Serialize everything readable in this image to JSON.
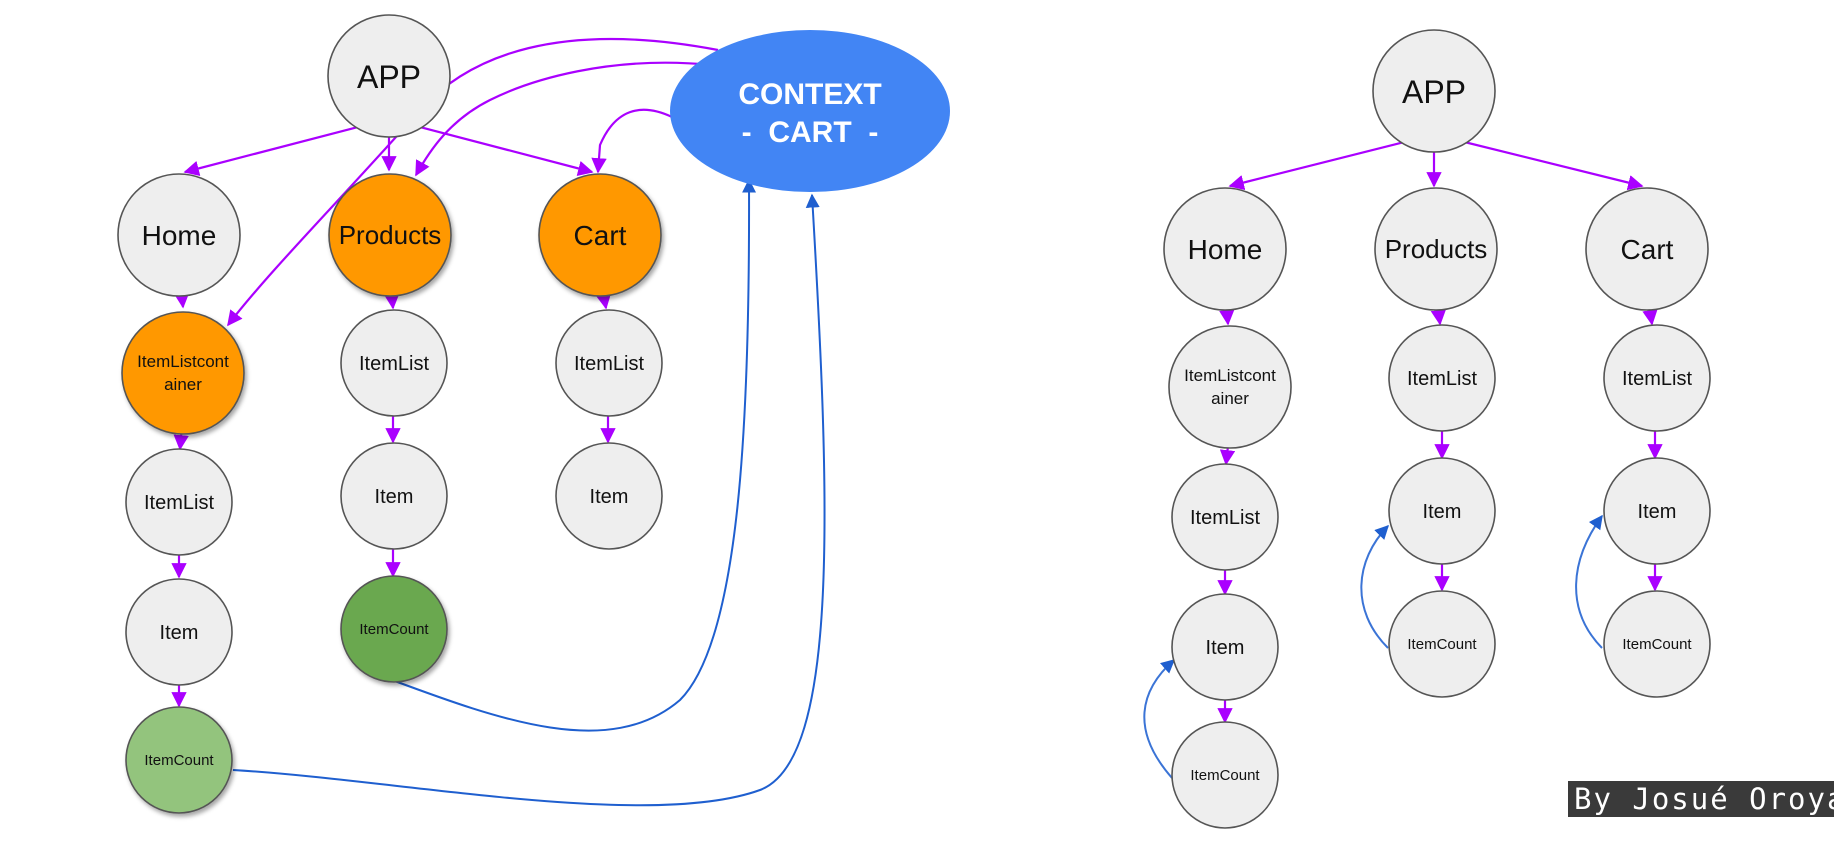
{
  "colors": {
    "node_fill": "#eeeeee",
    "node_stroke": "#555555",
    "highlight_orange": "#ff9800",
    "itemcount_dark_green": "#6aa84f",
    "itemcount_light_green": "#93c47d",
    "context_blue": "#4285f4",
    "arrow_purple": "#aa00ff",
    "arrow_blue": "#1f5fcf"
  },
  "left_tree": {
    "app": "APP",
    "context": {
      "line1": "CONTEXT",
      "line2": "-  CART  -"
    },
    "home": "Home",
    "products": "Products",
    "cart": "Cart",
    "home_container": "ItemListcont ainer",
    "home_container_line1": "ItemListcont",
    "home_container_line2": "ainer",
    "home_itemlist": "ItemList",
    "home_item": "Item",
    "home_itemcount": "ItemCount",
    "products_itemlist": "ItemList",
    "products_item": "Item",
    "products_itemcount": "ItemCount",
    "cart_itemlist": "ItemList",
    "cart_item": "Item"
  },
  "right_tree": {
    "app": "APP",
    "home": "Home",
    "products": "Products",
    "cart": "Cart",
    "home_container_line1": "ItemListcont",
    "home_container_line2": "ainer",
    "home_itemlist": "ItemList",
    "home_item": "Item",
    "home_itemcount": "ItemCount",
    "products_itemlist": "ItemList",
    "products_item": "Item",
    "products_itemcount": "ItemCount",
    "cart_itemlist": "ItemList",
    "cart_item": "Item",
    "cart_itemcount": "ItemCount"
  },
  "credit": "By Josué Oroya"
}
